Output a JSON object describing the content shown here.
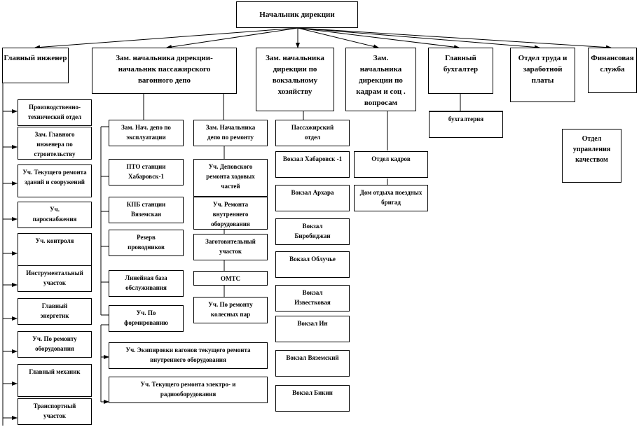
{
  "head": "Начальник дирекции",
  "level1": {
    "chief_engineer": "Главный инженер",
    "deputy_passenger": "Зам. начальника дирекции-начальник пассажирского вагонного депо",
    "deputy_station": "Зам. начальника дирекции по вокзальному хозяйству",
    "deputy_hr": "Зам. начальника дирекции по кадрам и соц . вопросам",
    "chief_accountant": "Главный бухгалтер",
    "labor_dept": "Отдел труда и заработной платы",
    "finance": "Финансовая служба"
  },
  "engineer_units": [
    "Производственно-технический отдел",
    "Зам. Главного инженера по строительству",
    "Уч. Текущего ремонта зданий и сооружений",
    "Уч. пароснабжения",
    "Уч. контроля",
    "Инструментальный участок",
    "Главный энергетик",
    "Уч. По ремонту оборудования",
    "Главный механик",
    "Транспортный участок"
  ],
  "operation_branch": [
    "Зам. Нач. депо по эксплуатации",
    "ПТО станции Хабаровск-1",
    "КПБ станции Вяземская",
    "Резерв проводников",
    "Линейная база обслуживания",
    "Уч. По формированию",
    "Уч. Экипировки вагонов текущего ремонта внутреннего оборудования",
    "Уч. Текущего ремонта электро- и радиооборудования"
  ],
  "repair_branch": [
    "Зам. Начальника депо по ремонту",
    "Уч. Деповского ремонта ходовых частей",
    "Уч. Ремонта внутреннего оборудования",
    "Заготовительный участок",
    "ОМТС",
    "Уч. По ремонту колесных пар"
  ],
  "station_units": [
    "Пассажирский отдел",
    "Вокзал Хабаровск -1",
    "Вокзал Архара",
    "Вокзал Биробиджан",
    "Вокзал Облучье",
    "Вокзал Известковая",
    "Вокзал Ин",
    "Вокзал Вяземский",
    "Вокзал Бикин"
  ],
  "hr_units": [
    "Отдел кадров",
    "Дом отдыха поездных бригад"
  ],
  "accounting": "бухгалтерия",
  "quality": "Отдел управления качеством"
}
